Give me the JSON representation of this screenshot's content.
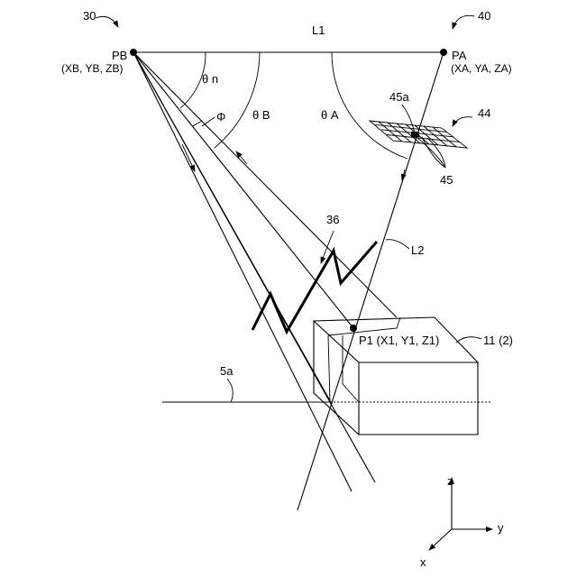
{
  "labels": {
    "device_b_ref": "30",
    "device_a_ref": "40",
    "point_b": "PB",
    "point_b_coords": "(XB, YB, ZB)",
    "point_a": "PA",
    "point_a_coords": "(XA, YA, ZA)",
    "baseline": "L1",
    "line2": "L2",
    "theta_n": "θ n",
    "theta_b": "θ B",
    "theta_a": "θ A",
    "phi": "Φ",
    "sensor_ref": "44",
    "pixel_ref": "45a",
    "pixels_ref": "45",
    "pattern_ref": "36",
    "point_p1": "P1 (X1, Y1, Z1)",
    "object_ref": "11 (2)",
    "plane_ref": "5a",
    "axis_z": "z",
    "axis_y": "y",
    "axis_x": "x"
  }
}
